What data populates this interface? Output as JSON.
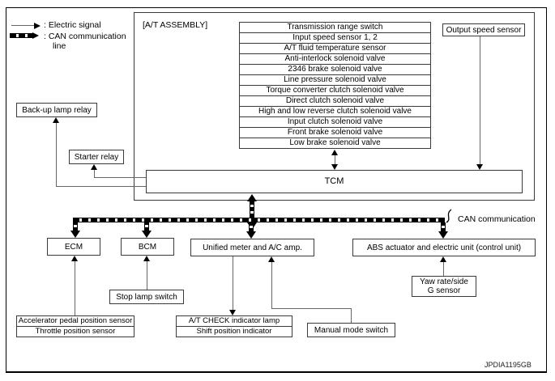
{
  "legend": {
    "electric_label": ": Electric signal",
    "can_label_line1": ": CAN communication",
    "can_label_line2": "line"
  },
  "assembly": {
    "label": "[A/T ASSEMBLY]",
    "output_speed_sensor": "Output speed sensor",
    "tcm": "TCM",
    "components": [
      "Transmission range switch",
      "Input speed sensor 1, 2",
      "A/T fluid temperature sensor",
      "Anti-interlock solenoid valve",
      "2346 brake solenoid valve",
      "Line pressure solenoid valve",
      "Torque converter clutch solenoid valve",
      "Direct clutch solenoid valve",
      "High and low reverse clutch solenoid valve",
      "Input clutch solenoid valve",
      "Front brake solenoid valve",
      "Low brake solenoid valve"
    ]
  },
  "relays": {
    "backup_lamp_relay": "Back-up lamp relay",
    "starter_relay": "Starter relay"
  },
  "bus": {
    "label": "CAN communication"
  },
  "nodes": {
    "ecm": "ECM",
    "bcm": "BCM",
    "unified_meter": "Unified meter and A/C amp.",
    "abs_unit": "ABS actuator and electric unit (control unit)"
  },
  "peripherals": {
    "stop_lamp_switch": "Stop lamp switch",
    "accel_rows": [
      "Accelerator pedal position sensor",
      "Throttle position sensor"
    ],
    "at_check_rows": [
      "A/T CHECK indicator lamp",
      "Shift position indicator"
    ],
    "manual_mode_switch": "Manual mode switch",
    "yaw_line1": "Yaw rate/side",
    "yaw_line2": "G sensor"
  },
  "footer": {
    "code": "JPDIA1195GB"
  },
  "colors": {
    "line": "#666666",
    "ink": "#000000",
    "background": "#ffffff"
  }
}
